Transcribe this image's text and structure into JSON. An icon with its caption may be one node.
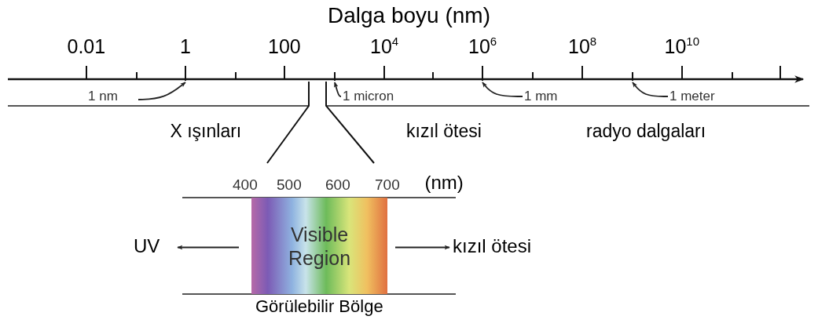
{
  "diagram": {
    "title": "Dalga boyu (nm)",
    "nodes": [
      {
        "text": [
          "Visible Region"
        ],
        "beside": [
          "Görülebilir Bölge"
        ]
      },
      {
        "text": [
          "UV"
        ]
      },
      {
        "text": [
          "kızıl ötesi"
        ]
      },
      {
        "text": [
          "1 nm"
        ]
      },
      {
        "text": [
          "1 micron"
        ]
      },
      {
        "text": [
          "1 mm"
        ]
      },
      {
        "text": [
          "1 meter"
        ]
      },
      {
        "text": [],
        "shape": "bar"
      },
      {
        "text": [],
        "shape": "bar"
      },
      {
        "text": [],
        "shape": "bar"
      },
      {
        "text": [],
        "shape": "bar"
      }
    ],
    "edges": [
      {
        "from": 0,
        "to": 1,
        "arrow": "to"
      },
      {
        "from": 0,
        "to": 2,
        "arrow": "to"
      },
      {
        "from": 3,
        "to": 7,
        "arrow": "to"
      },
      {
        "from": 4,
        "to": 8,
        "arrow": "to"
      },
      {
        "from": 5,
        "to": 9,
        "arrow": "to"
      },
      {
        "from": 6,
        "to": 10,
        "arrow": "to"
      }
    ],
    "labels": [
      "0.01",
      "1",
      "100",
      "10$^{4}$",
      "10$^{6}$",
      "10$^{8}$",
      "10$^{10}$",
      "X ışınları",
      "kızıl ötesi",
      "radyo dalgaları",
      "400",
      "500",
      "600",
      "700",
      "(nm)"
    ]
  }
}
